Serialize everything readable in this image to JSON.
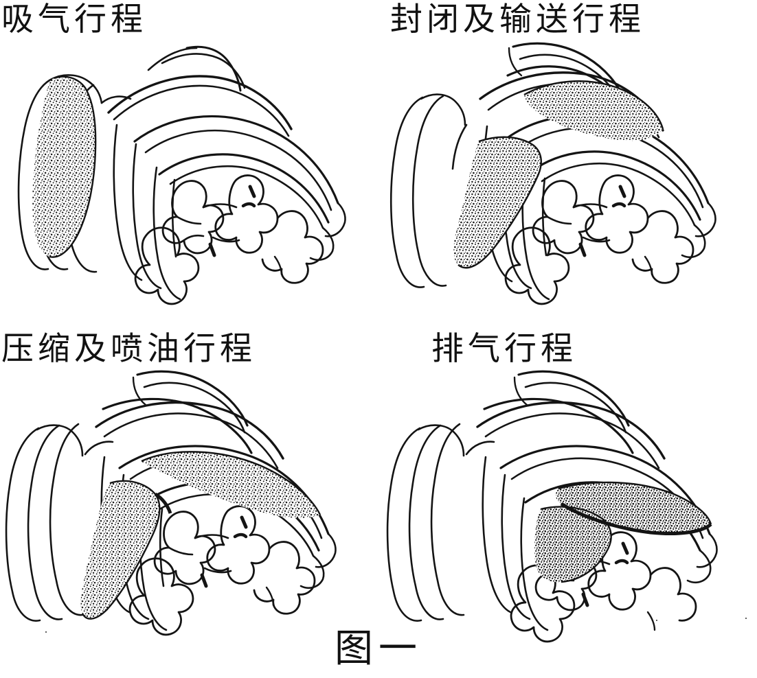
{
  "document": {
    "background_color": "#ffffff",
    "ink_color": "#111111",
    "caption": "图一",
    "subject": "single-screw compressor working cycle, four strokes"
  },
  "panels": [
    {
      "id": "intake",
      "title": "吸气行程",
      "shaded_region": "left-front groove (suction chamber)",
      "drawing_name": "screw-compressor-intake-drawing"
    },
    {
      "id": "sealing-transport",
      "title": "封闭及输送行程",
      "shaded_region": "upper-left diagonal band (sealed transport chamber)",
      "drawing_name": "screw-compressor-sealing-drawing"
    },
    {
      "id": "compression-injection",
      "title": "压缩及喷油行程",
      "shaded_region": "middle crescent band (compression chamber with oil injection)",
      "drawing_name": "screw-compressor-compression-drawing"
    },
    {
      "id": "exhaust",
      "title": "排气行程",
      "shaded_region": "right-lower lobe pocket (discharge chamber)",
      "drawing_name": "screw-compressor-exhaust-drawing"
    }
  ]
}
